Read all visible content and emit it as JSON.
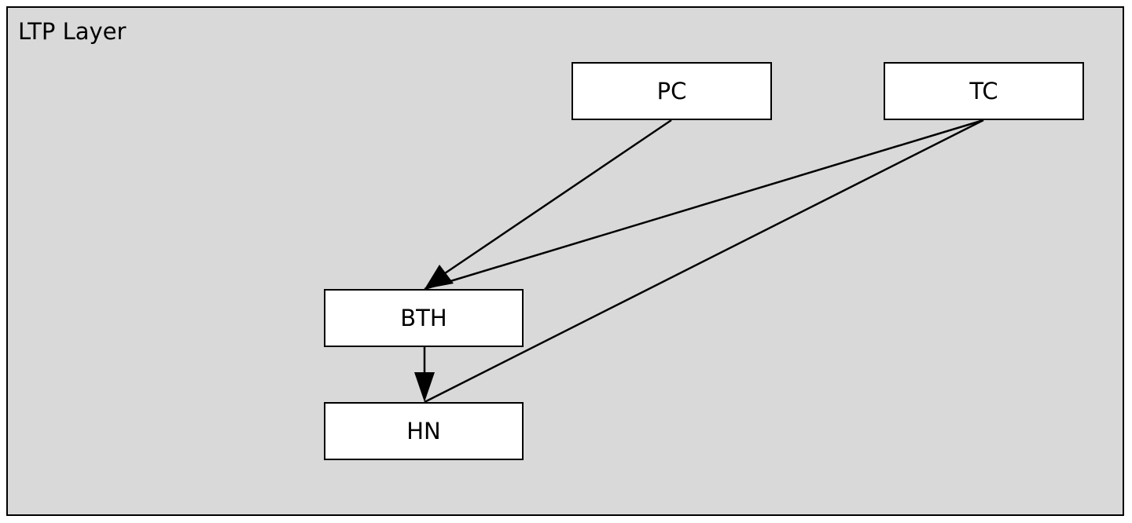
{
  "diagram": {
    "container": {
      "title": "LTP Layer"
    },
    "nodes": [
      {
        "id": "pc",
        "label": "PC"
      },
      {
        "id": "tc",
        "label": "TC"
      },
      {
        "id": "bth",
        "label": "BTH"
      },
      {
        "id": "hn",
        "label": "HN"
      }
    ],
    "edges": [
      {
        "from": "pc",
        "to": "bth",
        "arrow": true
      },
      {
        "from": "tc",
        "to": "bth",
        "arrow": false
      },
      {
        "from": "tc",
        "to": "hn",
        "arrow": false
      },
      {
        "from": "bth",
        "to": "hn",
        "arrow": true
      }
    ],
    "colors": {
      "background": "#d9d9d9",
      "node_fill": "#ffffff",
      "stroke": "#000000"
    }
  }
}
